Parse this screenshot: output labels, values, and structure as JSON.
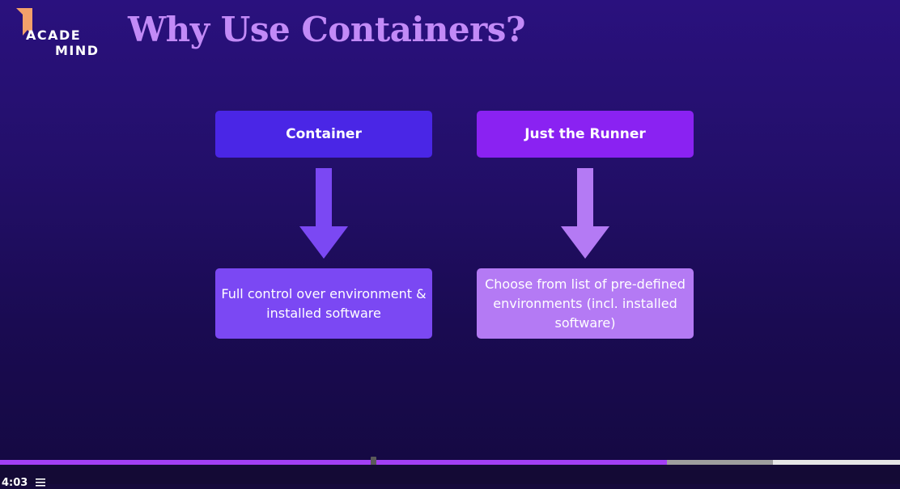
{
  "logo": {
    "line1": "ACADE",
    "line2": "MIND",
    "book_color": "#f3a06a"
  },
  "slide": {
    "title": "Why Use Containers?",
    "left": {
      "heading": "Container",
      "description": "Full control over environment & installed software"
    },
    "right": {
      "heading": "Just the Runner",
      "description": "Choose from list of pre-defined environments (incl. installed software)"
    }
  },
  "player": {
    "time": "4:03",
    "chapters_icon": "list-icon",
    "progress_fraction": 0.741,
    "buffered_fraction": 0.859,
    "marker_fraction": 0.415
  },
  "colors": {
    "title": "#c28af7",
    "box_left_heading": "#4a26e6",
    "box_right_heading": "#8a22f2",
    "box_left_desc": "#7b48f3",
    "box_right_desc": "#b47af4",
    "arrow_left": "#7b48f3",
    "arrow_right": "#b47af4",
    "progress": "#a33ff5"
  }
}
